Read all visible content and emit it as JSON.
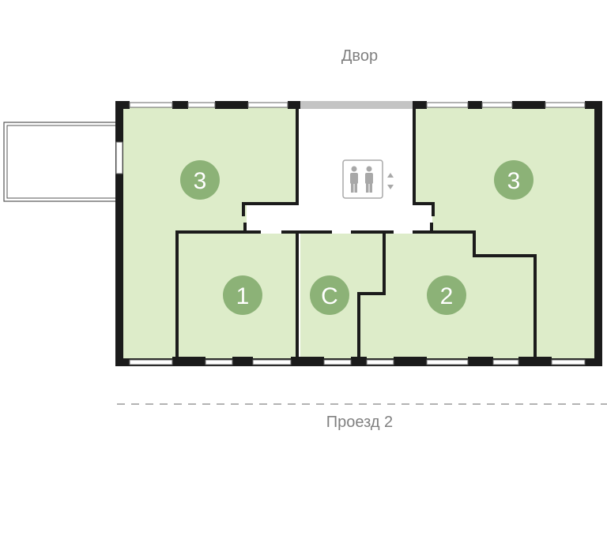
{
  "labels": {
    "courtyard": "Двор",
    "driveway": "Проезд 2"
  },
  "apartments": [
    {
      "id": "apt-left",
      "rooms": "3"
    },
    {
      "id": "apt-right",
      "rooms": "3"
    },
    {
      "id": "apt-1",
      "rooms": "1"
    },
    {
      "id": "apt-studio",
      "rooms": "С"
    },
    {
      "id": "apt-2",
      "rooms": "2"
    }
  ],
  "icons": {
    "elevator": "elevator-icon"
  },
  "colors": {
    "apartment_fill": "#ddecc9",
    "badge": "#8cb277",
    "wall": "#1b1b1b",
    "label": "#808080"
  }
}
